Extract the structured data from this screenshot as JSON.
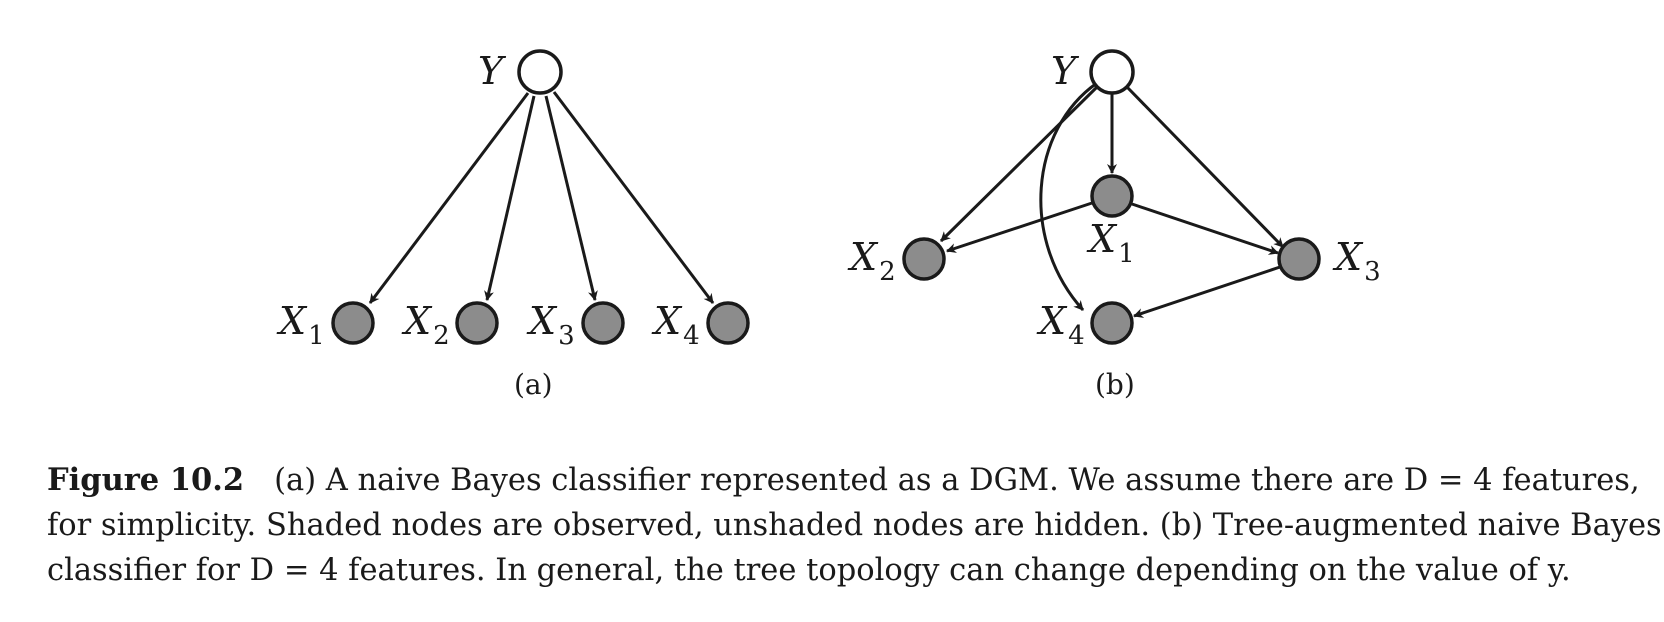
{
  "panels": {
    "a": {
      "label": "(a)",
      "nodes": {
        "Y": {
          "name": "Y",
          "sub": "",
          "observed": false
        },
        "X1": {
          "name": "X",
          "sub": "1",
          "observed": true
        },
        "X2": {
          "name": "X",
          "sub": "2",
          "observed": true
        },
        "X3": {
          "name": "X",
          "sub": "3",
          "observed": true
        },
        "X4": {
          "name": "X",
          "sub": "4",
          "observed": true
        }
      },
      "edges": [
        [
          "Y",
          "X1"
        ],
        [
          "Y",
          "X2"
        ],
        [
          "Y",
          "X3"
        ],
        [
          "Y",
          "X4"
        ]
      ]
    },
    "b": {
      "label": "(b)",
      "nodes": {
        "Y": {
          "name": "Y",
          "sub": "",
          "observed": false
        },
        "X1": {
          "name": "X",
          "sub": "1",
          "observed": true
        },
        "X2": {
          "name": "X",
          "sub": "2",
          "observed": true
        },
        "X3": {
          "name": "X",
          "sub": "3",
          "observed": true
        },
        "X4": {
          "name": "X",
          "sub": "4",
          "observed": true
        }
      },
      "edges": [
        [
          "Y",
          "X1"
        ],
        [
          "Y",
          "X2"
        ],
        [
          "Y",
          "X3"
        ],
        [
          "Y",
          "X4"
        ],
        [
          "X1",
          "X2"
        ],
        [
          "X1",
          "X3"
        ],
        [
          "X3",
          "X4"
        ]
      ]
    }
  },
  "caption": {
    "figure_number": "Figure 10.2",
    "line1": "(a) A naive Bayes classifier represented as a DGM. We assume there are D = 4 features,",
    "line2": "for simplicity. Shaded nodes are observed, unshaded nodes are hidden. (b) Tree-augmented naive Bayes",
    "line3": "classifier for D = 4 features. In general, the tree topology can change depending on the value of y."
  },
  "colors": {
    "observed_fill": "#8c8c8c",
    "hidden_fill": "#ffffff",
    "stroke": "#1a1a1a"
  }
}
